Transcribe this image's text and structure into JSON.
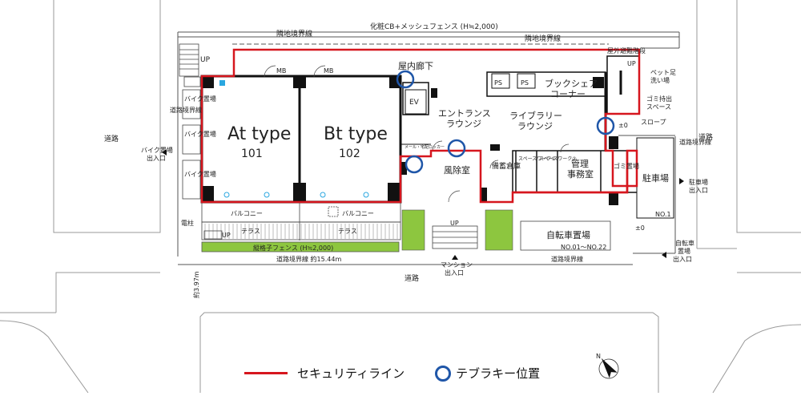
{
  "labels": {
    "top_fence": "化粧CB+メッシュフェンス (H≒2,000)",
    "boundary_top_1": "隣地境界線",
    "boundary_top_2": "隣地境界線",
    "up_left": "UP",
    "mb_1": "MB",
    "mb_2": "MB",
    "corridor": "屋内廊下",
    "ev": "EV",
    "ps_1": "PS",
    "ps_2": "PS",
    "bookshelf_1": "ブックシェア",
    "bookshelf_2": "コーナー",
    "entrance_1": "エントランス",
    "entrance_2": "ラウンジ",
    "library_1": "ライブラリー",
    "library_2": "ラウンジ",
    "outdoor_stair": "屋外避難階段",
    "up_right": "UP",
    "pet_1": "ペット足",
    "pet_2": "洗い場",
    "trash_hold_1": "ゴミ持出",
    "trash_hold_2": "スペース",
    "slope": "スロープ",
    "pm0_1": "±0",
    "road_left": "道路",
    "road_right": "道路",
    "road_bottom": "道路",
    "bike_sign_1": "バイク置場",
    "bike_sign_2": "出入口",
    "bike_1": "バイク置場",
    "bike_2": "バイク置場",
    "bike_3": "バイク置場",
    "road_boundary_left": "道路境界線",
    "road_boundary_right": "道路境界線",
    "unit_a_type": "At type",
    "unit_a_num": "101",
    "unit_b_type": "Bt type",
    "unit_b_num": "102",
    "mail": "メール・宅配ロッカー",
    "windbreak": "風除室",
    "storage": "備蓄倉庫",
    "workspace_1": "スペースワーク①",
    "workspace_2": "スペースワーク②",
    "office_1": "管理",
    "office_2": "事務室",
    "trash": "ゴミ置場",
    "parking": "駐車場",
    "parking_no": "NO.1",
    "parking_sign_1": "駐車場",
    "parking_sign_2": "出入口",
    "balcony_1": "バルコニー",
    "balcony_2": "バルコニー",
    "terrace_1": "テラス",
    "terrace_2": "テラス",
    "pillar": "電柱",
    "up_terrace": "UP",
    "hedge_fence": "縦格子フェンス (H≒2,000)",
    "road_boundary_bottom": "道路境界線 約15.44m",
    "up_center": "UP",
    "mansion_1": "マンション",
    "mansion_2": "出入口",
    "bicycle": "自転車置場",
    "bicycle_no": "NO.01～NO.22",
    "road_boundary_bottom_2": "道路境界線",
    "pm0_2": "±0",
    "bicycle_sign_1": "自転車",
    "bicycle_sign_2": "置場",
    "bicycle_sign_3": "出入口",
    "width_left": "約3.97m",
    "north": "N"
  },
  "legend": {
    "security_line": "セキュリティライン",
    "keypad": "テブラキー位置"
  },
  "colors": {
    "security": "#d6161e",
    "keypad": "#1f56a8",
    "wall": "#111111",
    "hedge": "#8dc63f",
    "cyan": "#2aa7e0"
  }
}
